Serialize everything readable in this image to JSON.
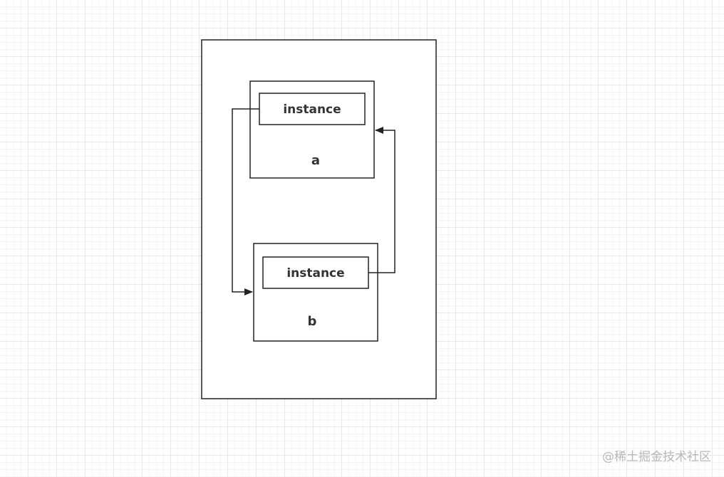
{
  "diagram": {
    "node_a": {
      "label": "a",
      "inner_label": "instance"
    },
    "node_b": {
      "label": "b",
      "inner_label": "instance"
    },
    "edges": [
      {
        "from": "node_a.instance",
        "to": "node_b"
      },
      {
        "from": "node_b.instance",
        "to": "node_a"
      }
    ]
  },
  "watermark": {
    "text": "@稀土掘金技术社区"
  }
}
